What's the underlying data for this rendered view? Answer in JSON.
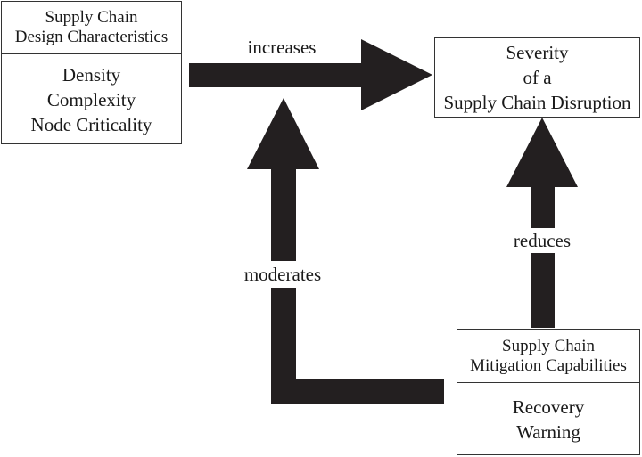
{
  "design_box": {
    "header": [
      "Supply Chain",
      "Design Characteristics"
    ],
    "items": [
      "Density",
      "Complexity",
      "Node Criticality"
    ]
  },
  "severity_box": {
    "lines": [
      "Severity",
      "of a",
      "Supply Chain Disruption"
    ]
  },
  "mitigation_box": {
    "header": [
      "Supply Chain",
      "Mitigation Capabilities"
    ],
    "items": [
      "Recovery",
      "Warning"
    ]
  },
  "edges": {
    "increases": "increases",
    "reduces": "reduces",
    "moderates": "moderates"
  },
  "colors": {
    "arrow": "#231f20",
    "border": "#333333"
  }
}
